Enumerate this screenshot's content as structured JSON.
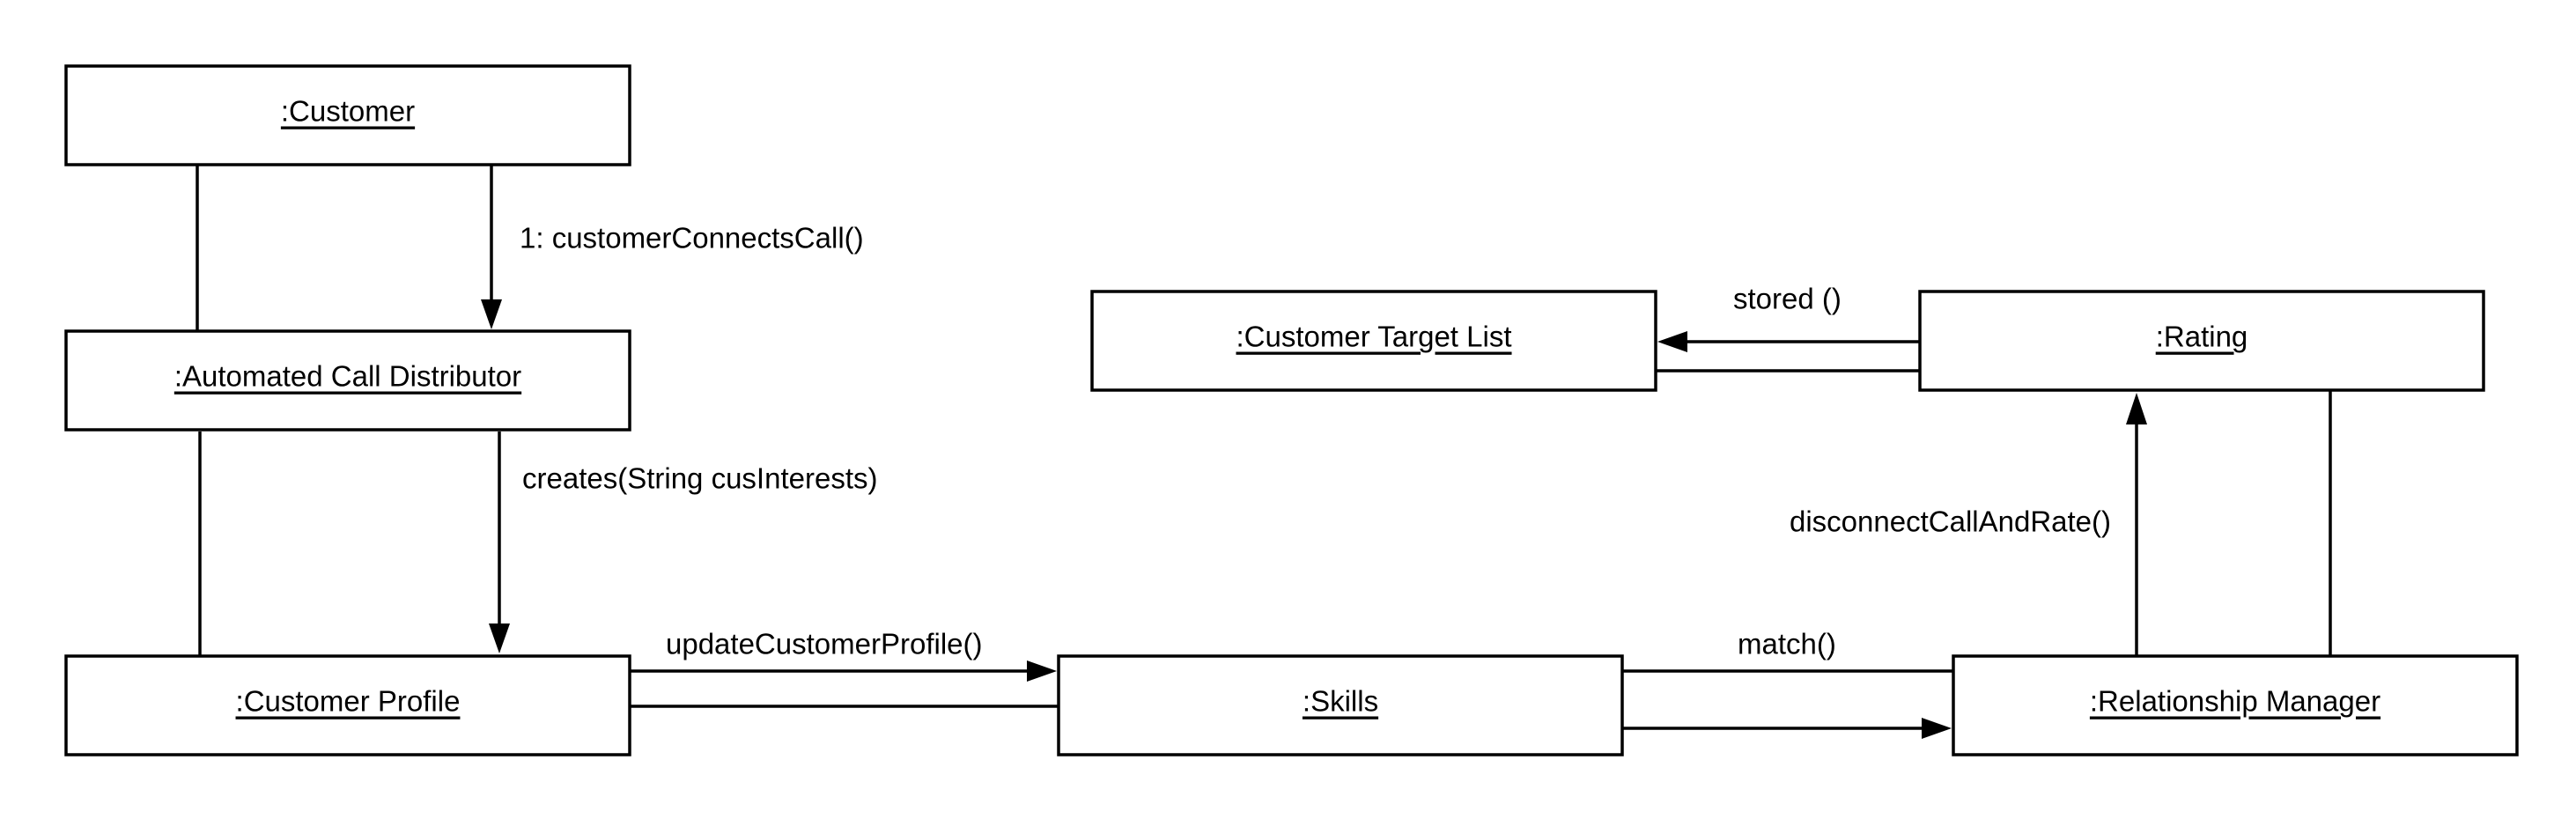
{
  "objects": {
    "customer": ":Customer",
    "acd": ":Automated Call Distributor",
    "profile": ":Customer Profile",
    "skills": ":Skills",
    "rm": ":Relationship Manager",
    "rating": ":Rating",
    "target_list": ":Customer Target List"
  },
  "messages": {
    "connect": "1: customerConnectsCall()",
    "creates": "creates(String cusInterests)",
    "update_profile": "updateCustomerProfile()",
    "match": "match()",
    "disconnect": "disconnectCallAndRate()",
    "stored": "stored ()"
  }
}
